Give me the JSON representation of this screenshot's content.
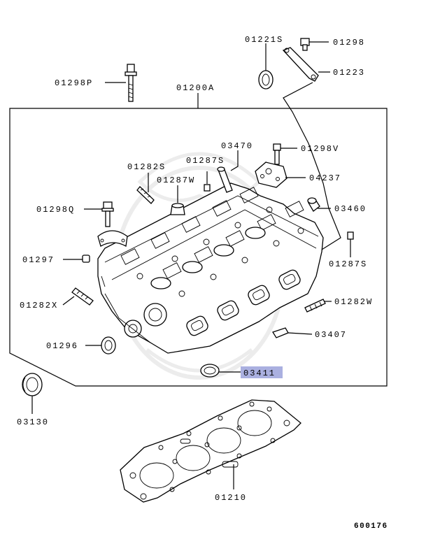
{
  "labels": {
    "p01221S": "01221S",
    "p01298": "01298",
    "p01223": "01223",
    "p01298P": "01298P",
    "p01200A": "01200A",
    "p03470": "03470",
    "p01298V": "01298V",
    "p01282S": "01282S",
    "p01287S_top": "01287S",
    "p01287W": "01287W",
    "p04237": "04237",
    "p01298Q": "01298Q",
    "p03460": "03460",
    "p01297": "01297",
    "p01287S_right": "01287S",
    "p01282X": "01282X",
    "p01282W": "01282W",
    "p01296": "01296",
    "p03407": "03407",
    "p03411": "03411",
    "p03130": "03130",
    "p01210": "01210",
    "figure_id": "600176"
  },
  "colors": {
    "highlight": "#aab0e0",
    "line": "#000000",
    "watermark": "#e8e8e8"
  }
}
